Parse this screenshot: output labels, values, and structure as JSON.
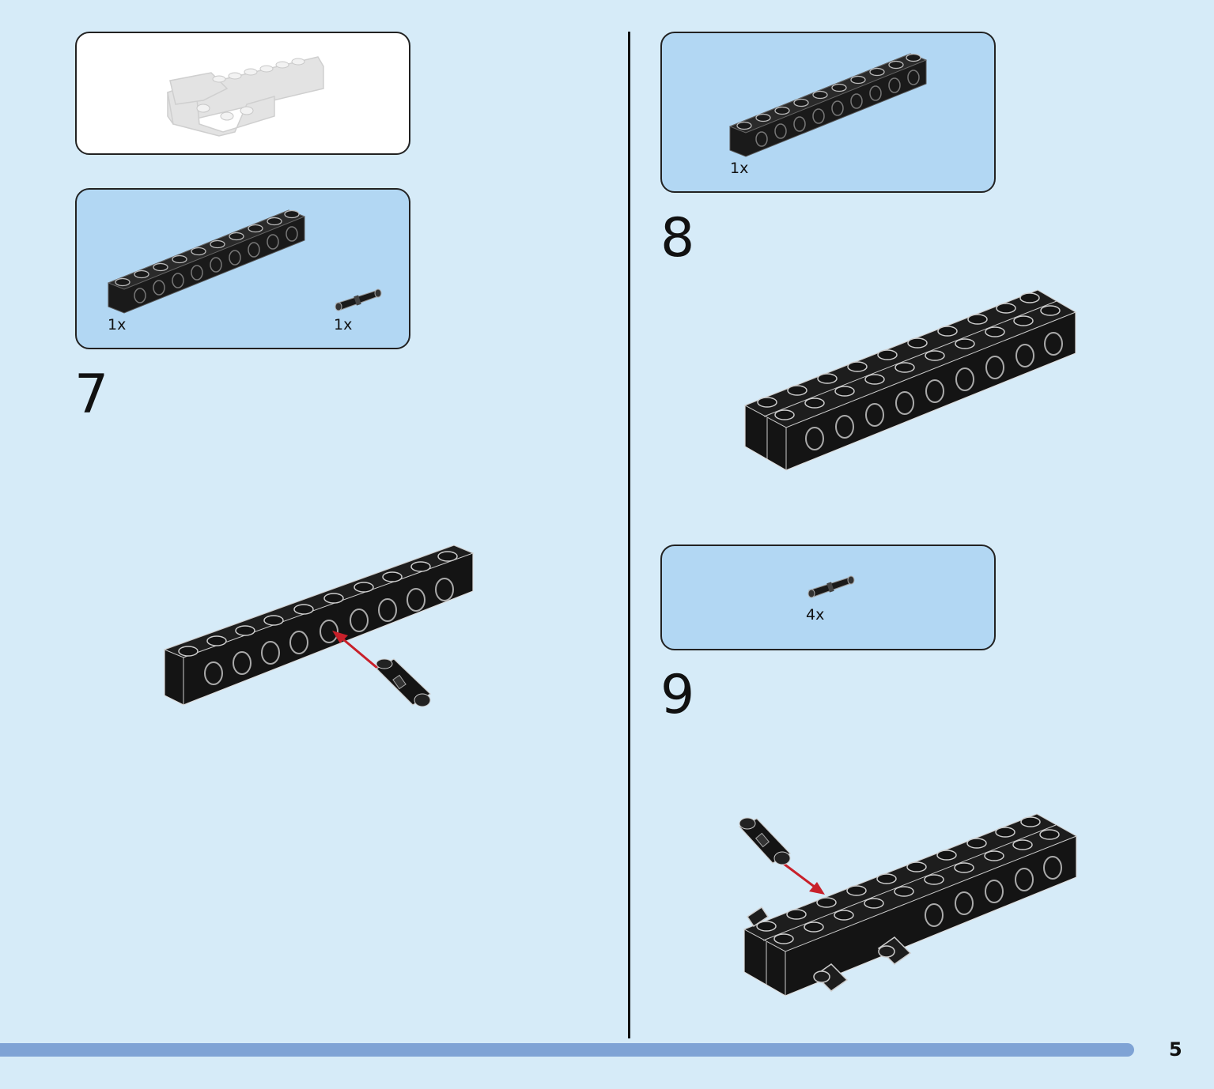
{
  "page": {
    "page_number": "5"
  },
  "colors": {
    "background": "#d6ebf8",
    "parts_panel": "#b2d7f3",
    "brick": "#1a1a1a",
    "arrow": "#c8202a",
    "progress_bar": "#7fa3d5"
  },
  "preview": {
    "icon": "previous-model-ghost"
  },
  "step7": {
    "number": "7",
    "parts": [
      {
        "icon": "technic-brick-1x10",
        "qty": "1x"
      },
      {
        "icon": "technic-pin",
        "qty": "1x"
      }
    ]
  },
  "step8": {
    "number": "8",
    "parts": [
      {
        "icon": "technic-brick-1x10",
        "qty": "1x"
      }
    ]
  },
  "step9": {
    "number": "9",
    "parts": [
      {
        "icon": "technic-pin",
        "qty": "4x"
      }
    ]
  }
}
